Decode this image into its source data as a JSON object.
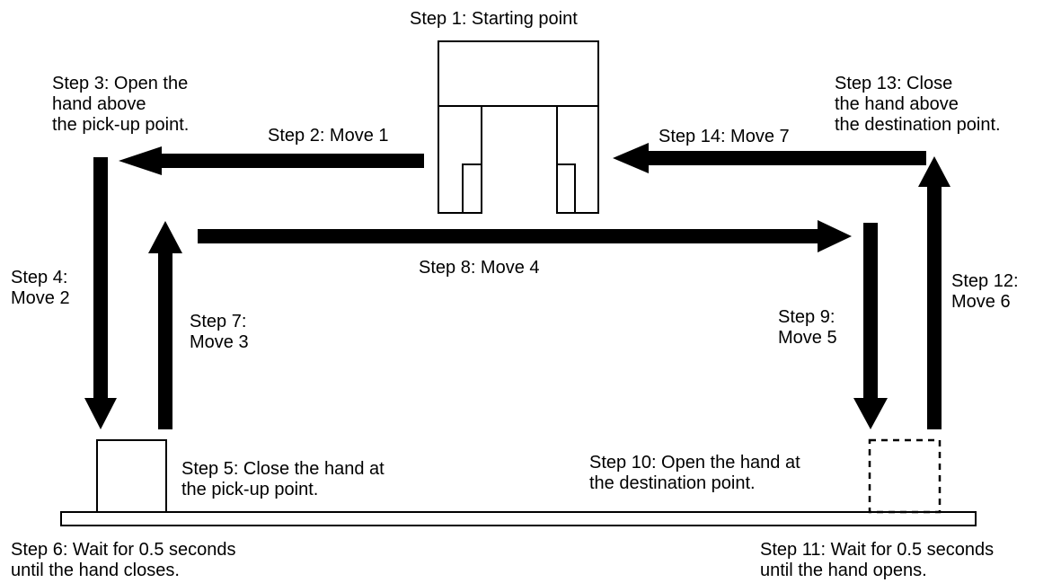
{
  "labels": {
    "step1": "Step 1: Starting point",
    "step2": "Step 2: Move 1",
    "step3": "Step 3: Open the\nhand above\nthe pick-up point.",
    "step4": "Step 4:\nMove 2",
    "step5": "Step 5: Close the hand at\nthe pick-up point.",
    "step6": "Step 6: Wait for 0.5 seconds\nuntil the hand closes.",
    "step7": "Step 7:\nMove 3",
    "step8": "Step 8: Move 4",
    "step9": "Step 9:\nMove 5",
    "step10": "Step 10: Open the hand at\nthe destination point.",
    "step11": "Step 11: Wait for 0.5 seconds\nuntil the hand opens.",
    "step12": "Step 12:\nMove 6",
    "step13": "Step 13: Close\nthe hand above\nthe destination point.",
    "step14": "Step 14: Move 7"
  },
  "colors": {
    "ink": "#000000",
    "background": "#ffffff"
  }
}
